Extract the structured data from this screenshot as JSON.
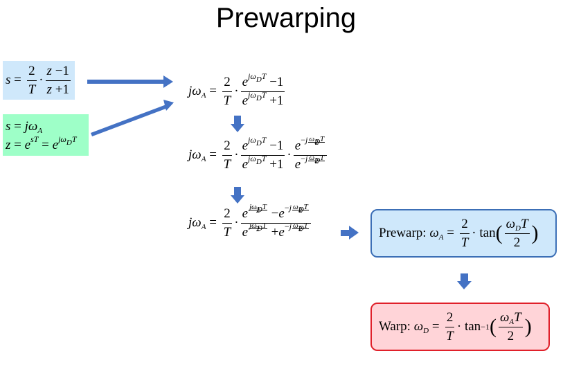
{
  "title": "Prewarping",
  "colors": {
    "blue_fill": "#cfe8fb",
    "green_fill": "#9effc8",
    "red_fill": "#ffd4d8",
    "blue_border": "#3c6fb6",
    "red_border": "#e0202a",
    "arrow": "#4472c4"
  },
  "boxes": {
    "prewarp_label": "Prewarp:",
    "warp_label": "Warp:"
  }
}
